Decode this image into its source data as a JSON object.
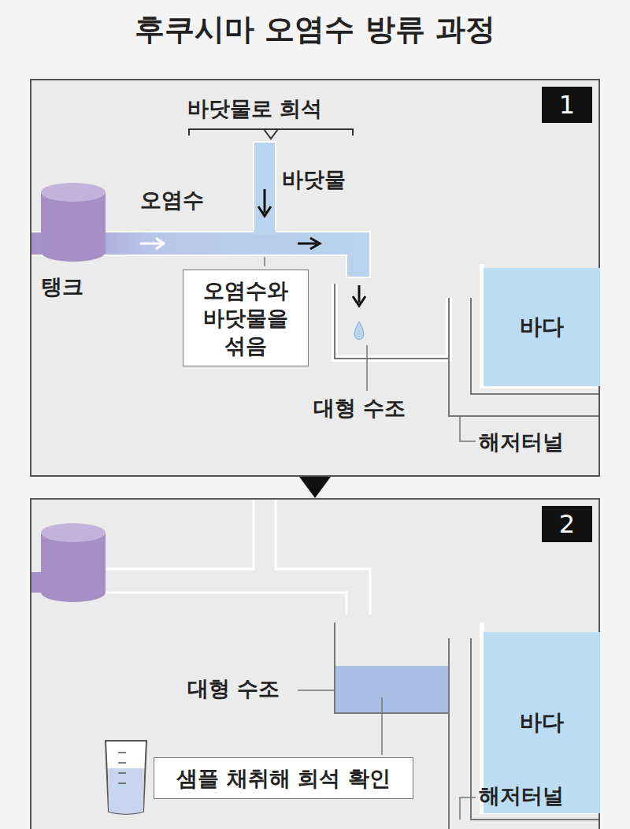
{
  "diagram": {
    "title": "후쿠시마 오염수 방류 과정",
    "nodes": [
      {
        "text": [
          "1"
        ]
      },
      {
        "text": [
          "오염수와 바닷물을 섞음"
        ],
        "in": 0
      },
      {
        "text": [
          "바다"
        ],
        "in": 0
      },
      {
        "text": [
          "2"
        ]
      },
      {
        "text": [
          "샘플 채취해 희석 확인"
        ],
        "in": 3
      },
      {
        "text": [
          "바다"
        ],
        "in": 3
      }
    ],
    "edges": [
      {
        "from": 0,
        "to": 3,
        "arrow": "to"
      }
    ],
    "labels": [
      "바닷물로 희석",
      "바닷물",
      "오염수",
      "탱크",
      "대형 수조",
      "해저터널",
      "대형 수조",
      "해저터널"
    ]
  }
}
